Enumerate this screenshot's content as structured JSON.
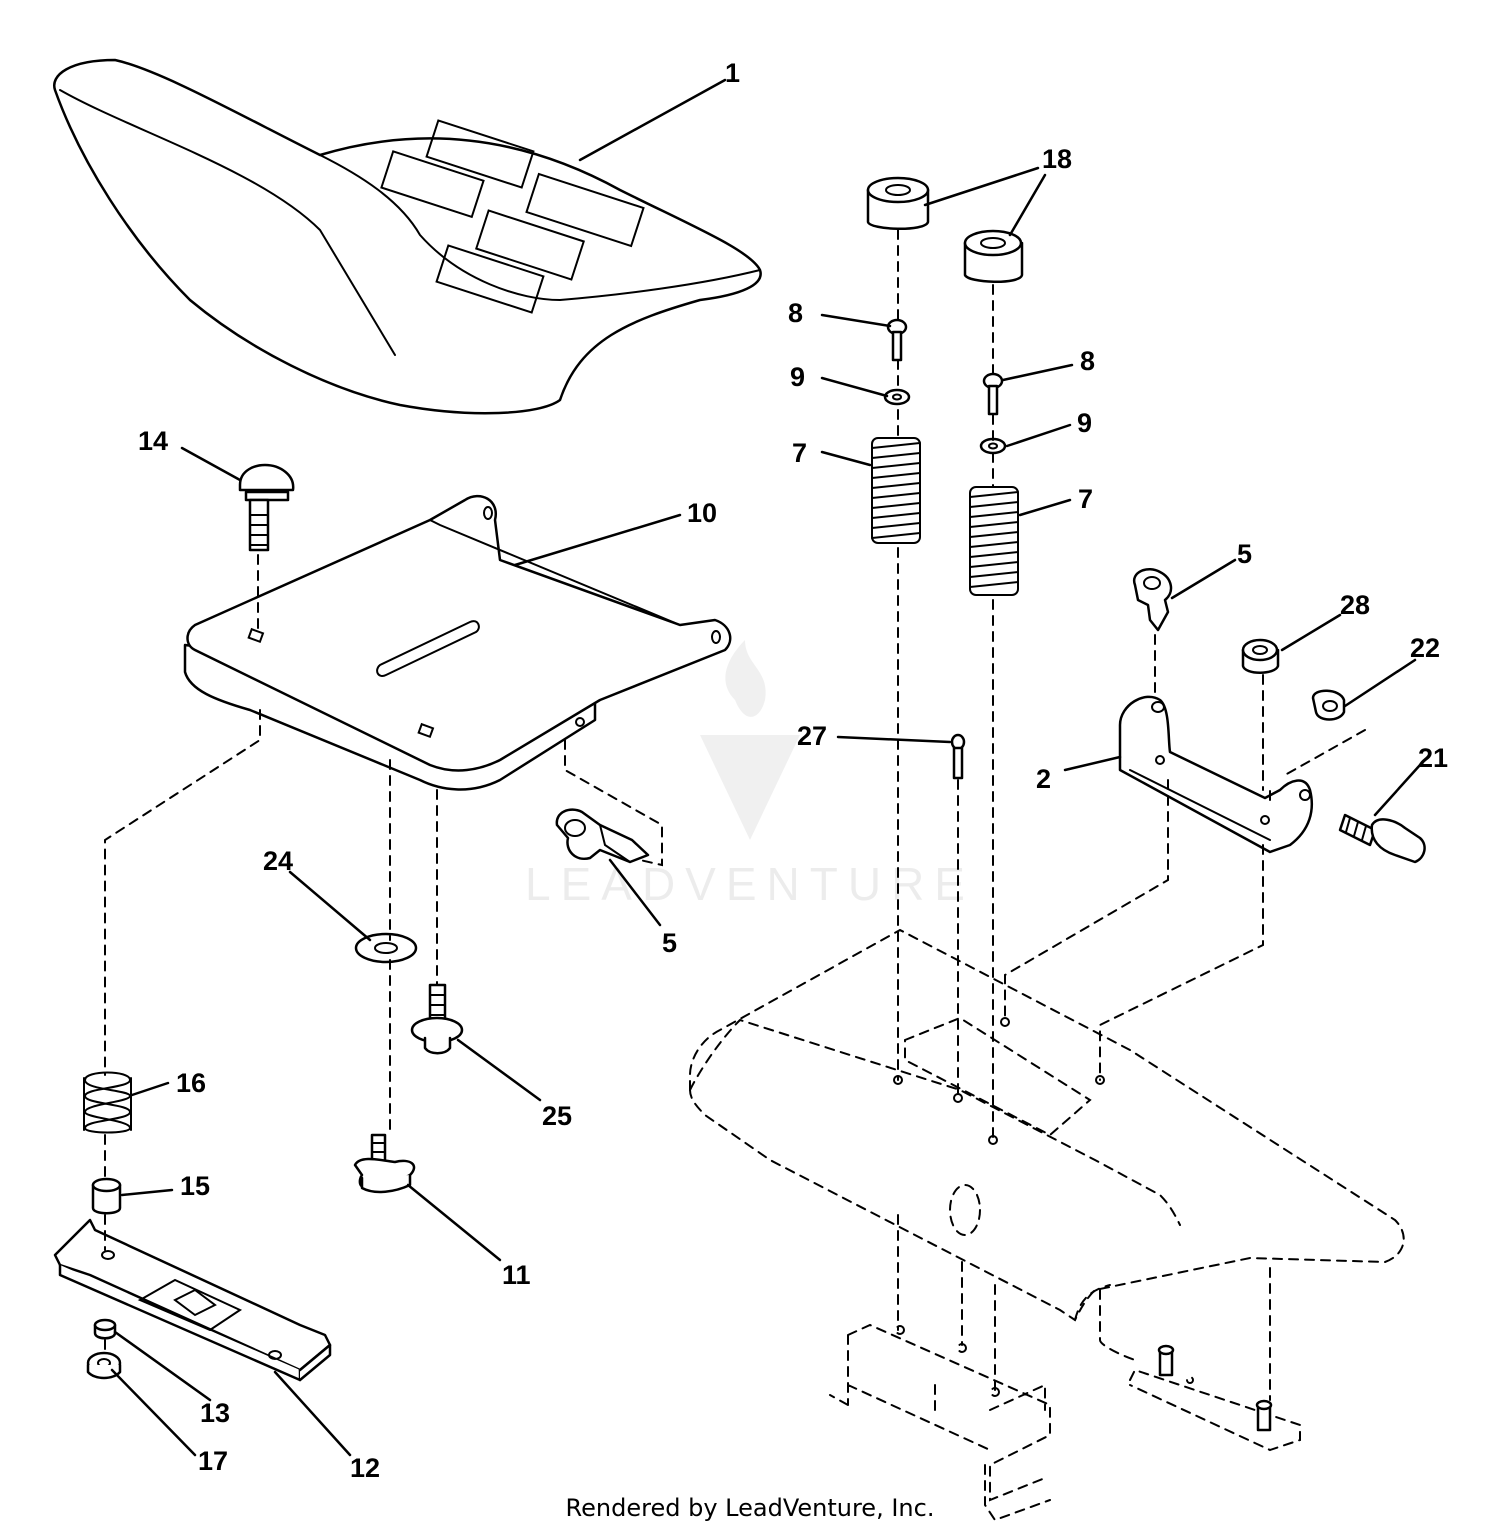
{
  "callouts": {
    "c1": "1",
    "c18": "18",
    "c8a": "8",
    "c8b": "8",
    "c9a": "9",
    "c9b": "9",
    "c7a": "7",
    "c7b": "7",
    "c14": "14",
    "c10": "10",
    "c5a": "5",
    "c5b": "5",
    "c28": "28",
    "c22": "22",
    "c27": "27",
    "c2": "2",
    "c21": "21",
    "c24": "24",
    "c16": "16",
    "c25": "25",
    "c15": "15",
    "c11": "11",
    "c13": "13",
    "c17": "17",
    "c12": "12"
  },
  "watermark": {
    "text": "LEADVENTURE"
  },
  "footer": {
    "text": "Rendered by LeadVenture, Inc."
  }
}
